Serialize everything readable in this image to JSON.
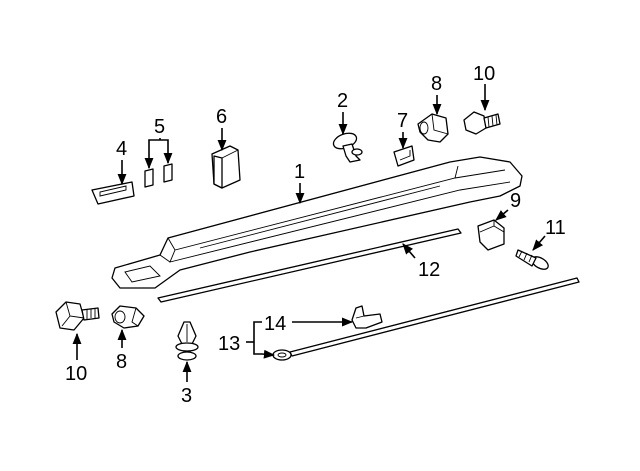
{
  "callouts": {
    "c1": "1",
    "c2": "2",
    "c3": "3",
    "c4": "4",
    "c5": "5",
    "c6": "6",
    "c7": "7",
    "c8_top": "8",
    "c8_bottom": "8",
    "c9": "9",
    "c10_top": "10",
    "c10_bottom": "10",
    "c11": "11",
    "c12": "12",
    "c13": "13",
    "c14": "14"
  },
  "colors": {
    "line": "#000000",
    "background": "#ffffff",
    "shade": "#d9d9d9"
  }
}
